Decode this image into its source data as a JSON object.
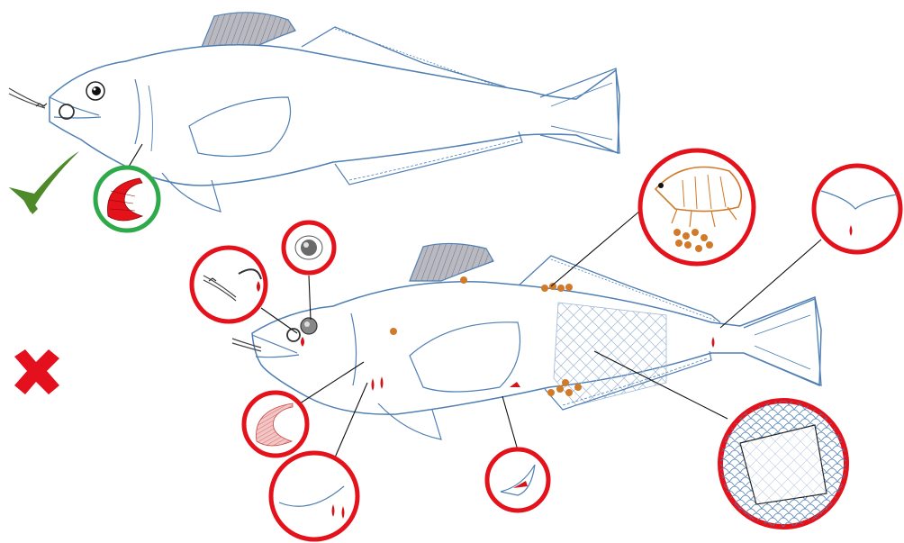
{
  "diagram": {
    "good_fish": {
      "verdict_icon": "check-mark-icon",
      "callouts": [
        {
          "id": "healthy-gills",
          "ring_color": "#2eaa4a"
        }
      ]
    },
    "bad_fish": {
      "verdict_icon": "cross-mark-icon",
      "callouts": [
        {
          "id": "hook-damage",
          "ring_color": "#e3121b"
        },
        {
          "id": "cloudy-eye",
          "ring_color": "#e3121b"
        },
        {
          "id": "amphipod-parasite",
          "ring_color": "#e3121b"
        },
        {
          "id": "torn-tail",
          "ring_color": "#e3121b"
        },
        {
          "id": "pale-gills",
          "ring_color": "#e3121b"
        },
        {
          "id": "bleeding-underside",
          "ring_color": "#e3121b"
        },
        {
          "id": "fin-wound",
          "ring_color": "#e3121b"
        },
        {
          "id": "scale-loss",
          "ring_color": "#e3121b"
        }
      ]
    },
    "colors": {
      "outline": "#4f7fb3",
      "fin_fill": "#b9b9c2",
      "check": "#4f8a2a",
      "cross": "#e5101d",
      "blood": "#d4141c",
      "parasite": "#d07a2a"
    }
  }
}
